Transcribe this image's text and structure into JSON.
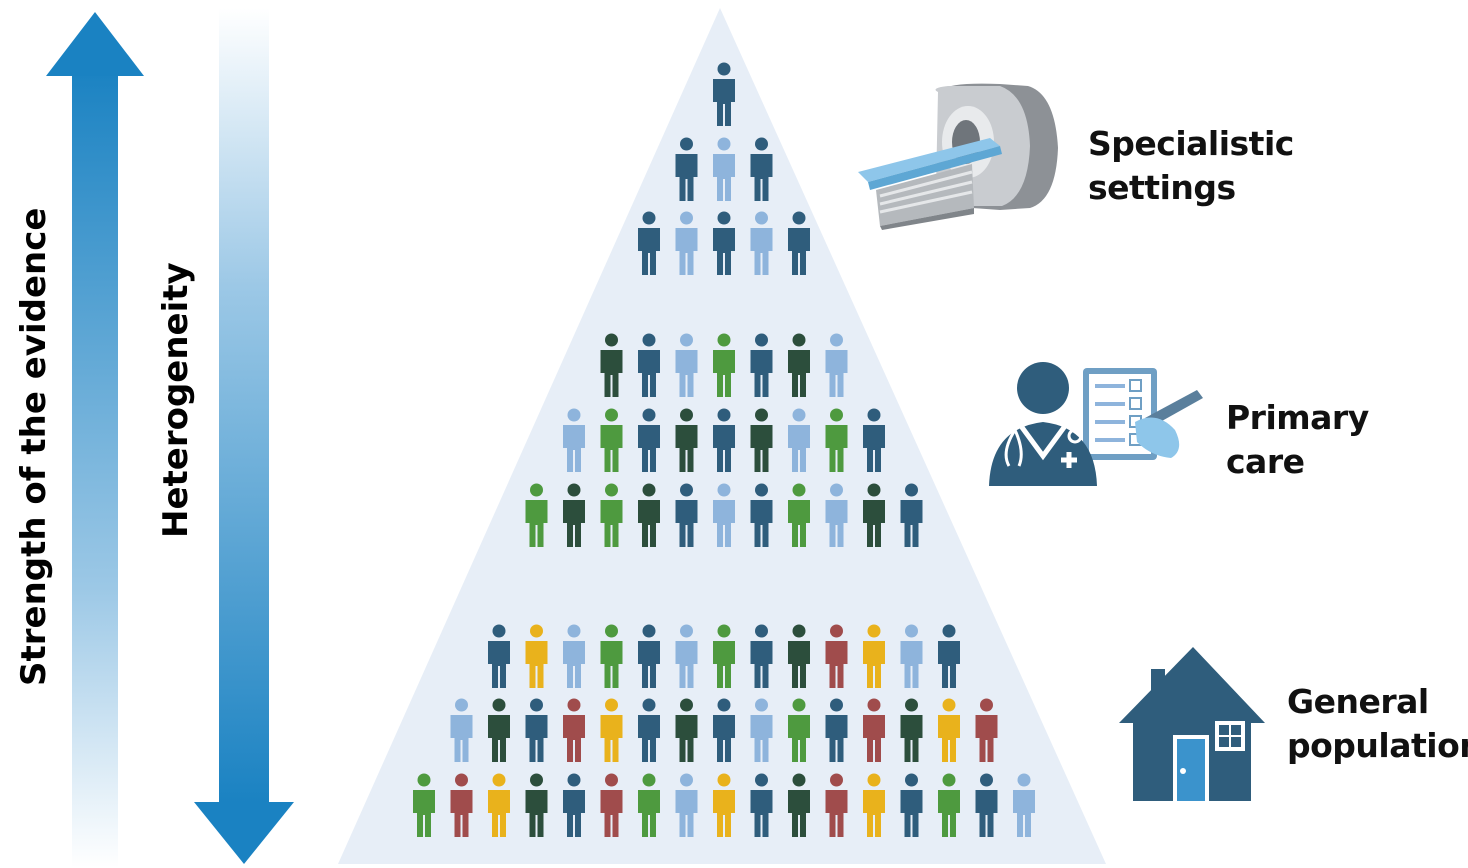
{
  "left_axes": {
    "strength_label": "Strength of the evidence",
    "heterogeneity_label": "Heterogeneity",
    "strength_arrow_color": "#1a82c2",
    "heterogeneity_arrow_color": "#1a82c2"
  },
  "tiers": [
    {
      "id": "specialistic",
      "line1": "Specialistic",
      "line2": "settings",
      "icon": "mri-scanner-icon"
    },
    {
      "id": "primary-care",
      "line1": "Primary",
      "line2": "care",
      "icon": "doctor-checklist-icon"
    },
    {
      "id": "general-population",
      "line1": "General",
      "line2": "population",
      "icon": "house-icon"
    }
  ],
  "pyramid": {
    "fill_color": "#e7eef7",
    "people_colors": {
      "navy": "#2f5d7c",
      "light": "#8eb4dc",
      "green": "#4e9a3f",
      "dark": "#2c4e3c",
      "red": "#a04c4c",
      "yellow": "#e9b21c"
    },
    "rows": [
      [
        "navy"
      ],
      [
        "navy",
        "light",
        "navy"
      ],
      [
        "navy",
        "light",
        "navy",
        "light",
        "navy"
      ],
      [
        "dark",
        "navy",
        "light",
        "green",
        "navy",
        "dark",
        "light"
      ],
      [
        "light",
        "green",
        "navy",
        "dark",
        "navy",
        "dark",
        "light",
        "green",
        "navy"
      ],
      [
        "green",
        "dark",
        "green",
        "dark",
        "navy",
        "light",
        "navy",
        "green",
        "light",
        "dark",
        "navy"
      ],
      [
        "navy",
        "yellow",
        "light",
        "green",
        "navy",
        "light",
        "green",
        "navy",
        "dark",
        "red",
        "yellow",
        "light",
        "navy"
      ],
      [
        "light",
        "dark",
        "navy",
        "red",
        "yellow",
        "navy",
        "dark",
        "navy",
        "light",
        "green",
        "navy",
        "red",
        "dark",
        "yellow",
        "red"
      ],
      [
        "green",
        "red",
        "yellow",
        "dark",
        "navy",
        "red",
        "green",
        "light",
        "yellow",
        "navy",
        "dark",
        "red",
        "yellow",
        "navy",
        "green",
        "navy",
        "light"
      ]
    ]
  }
}
